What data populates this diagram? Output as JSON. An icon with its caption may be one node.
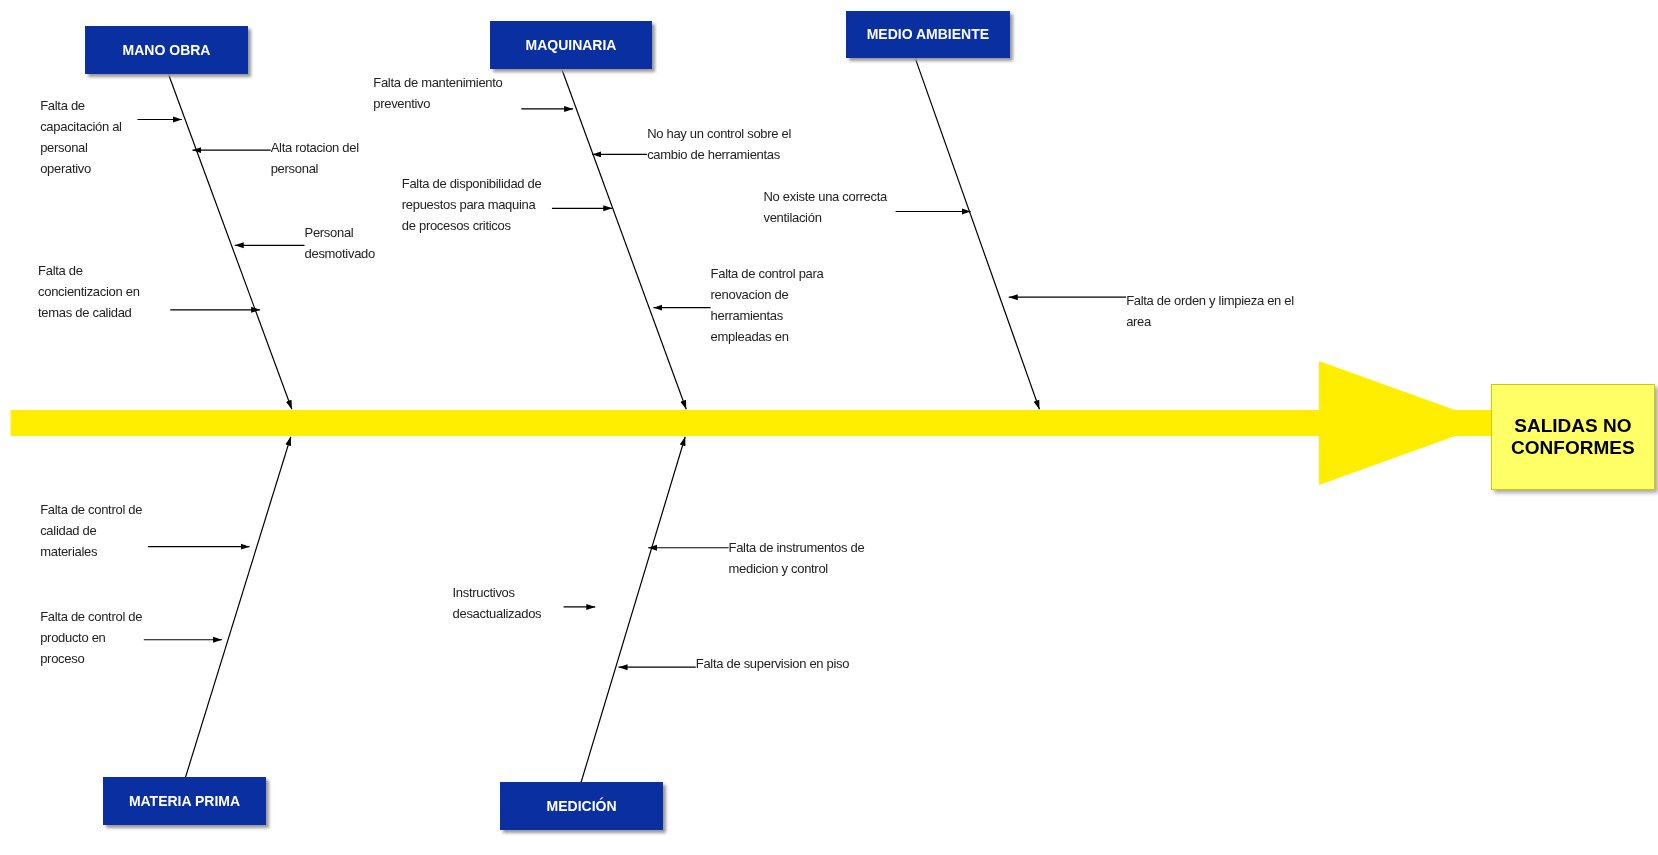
{
  "diagram": {
    "nodes": [
      {
        "text": [
          "MANO OBRA"
        ]
      },
      {
        "text": [
          "MAQUINARIA"
        ]
      },
      {
        "text": [
          "MEDIO AMBIENTE"
        ]
      },
      {
        "text": [
          "Falta de capacitación al personal operativo"
        ]
      },
      {
        "text": [
          "Falta de mantenimiento preventivo"
        ]
      },
      {
        "text": [
          "Alta rotacion del personal"
        ]
      },
      {
        "text": [
          "No hay un control sobre el cambio de herramientas"
        ]
      },
      {
        "text": [
          "Falta de disponibilidad de repuestos para maquina de procesos criticos"
        ]
      },
      {
        "text": [
          "No existe una correcta ventilación"
        ]
      },
      {
        "text": [
          "Personal desmotivado"
        ]
      },
      {
        "text": [
          "Falta de concientizacion en temas de calidad"
        ]
      },
      {
        "text": [
          "Falta de control para renovacion de herramientas empleadas en"
        ]
      },
      {
        "text": [
          "Falta de orden y limpieza en el area"
        ]
      },
      {
        "text": [
          "SALIDAS NO CONFORMES"
        ]
      },
      {
        "text": [
          "Falta de control de calidad de materiales"
        ]
      },
      {
        "text": [
          "Falta de instrumentos de medicion y control"
        ]
      },
      {
        "text": [
          "Instructivos desactualizados"
        ]
      },
      {
        "text": [
          "Falta de control de producto en proceso"
        ]
      },
      {
        "text": [
          "Falta de supervision en piso"
        ]
      },
      {
        "text": [
          "MATERIA PRIMA"
        ]
      },
      {
        "text": [
          "MEDICIÓN"
        ]
      }
    ],
    "edges": [
      {
        "from": null,
        "to": 13,
        "arrow": "to",
        "style": "thick",
        "color": "#ffee00"
      },
      {
        "from": 0,
        "to": null,
        "arrow": "to"
      },
      {
        "from": 1,
        "to": null,
        "arrow": "to"
      },
      {
        "from": 2,
        "to": null,
        "arrow": "to"
      },
      {
        "from": 19,
        "to": null,
        "arrow": "to"
      },
      {
        "from": 20,
        "to": null,
        "arrow": "to"
      },
      {
        "from": 3,
        "to": null,
        "arrow": "to"
      },
      {
        "from": 4,
        "to": null,
        "arrow": "to"
      },
      {
        "from": 5,
        "to": null,
        "arrow": "to"
      },
      {
        "from": 6,
        "to": null,
        "arrow": "to"
      },
      {
        "from": 7,
        "to": null,
        "arrow": "to"
      },
      {
        "from": 8,
        "to": null,
        "arrow": "to"
      },
      {
        "from": 9,
        "to": null,
        "arrow": "to"
      },
      {
        "from": 10,
        "to": null,
        "arrow": "to"
      },
      {
        "from": 11,
        "to": null,
        "arrow": "to"
      },
      {
        "from": 12,
        "to": null,
        "arrow": "to"
      },
      {
        "from": 14,
        "to": null,
        "arrow": "to"
      },
      {
        "from": 15,
        "to": null,
        "arrow": "to"
      },
      {
        "from": 16,
        "to": null,
        "arrow": "to"
      },
      {
        "from": 17,
        "to": null,
        "arrow": "to"
      },
      {
        "from": 18,
        "to": null,
        "arrow": "to"
      }
    ]
  }
}
